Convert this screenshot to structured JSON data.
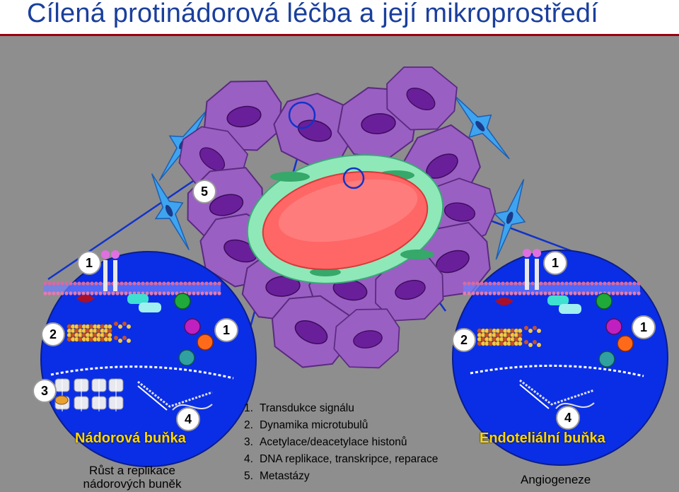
{
  "header": {
    "title": "Cílená protinádorová léčba a její mikroprostředí"
  },
  "markers": {
    "center": "5",
    "left_receptor": "1",
    "left_side": "1",
    "left_microtubule": "2",
    "left_histone": "3",
    "left_dna": "4",
    "right_receptor": "1",
    "right_side": "1",
    "right_microtubule": "2",
    "right_dna": "4"
  },
  "left_panel": {
    "cell_name": "Nádorová buňka",
    "caption_line1": "Růst a replikace",
    "caption_line2": "nádorových buněk"
  },
  "right_panel": {
    "cell_name": "Endoteliální  buňka",
    "caption": "Angiogeneze"
  },
  "legend": {
    "items": [
      {
        "num": "1.",
        "text": "Transdukce signálu"
      },
      {
        "num": "2.",
        "text": "Dynamika microtubulů"
      },
      {
        "num": "3.",
        "text": "Acetylace/deacetylace histonů"
      },
      {
        "num": "4.",
        "text": "DNA replikace, transkripce, reparace"
      },
      {
        "num": "5.",
        "text": "Metastázy"
      }
    ]
  },
  "colors": {
    "title": "#1a3f9c",
    "panel_blue": "#0a2ee6",
    "tumor_cell": "#9a5fc3",
    "nucleus": "#6a1f9a",
    "vessel": "#ff6666",
    "endothelium": "#8fe8b8",
    "cell_name": "#ffd700"
  }
}
